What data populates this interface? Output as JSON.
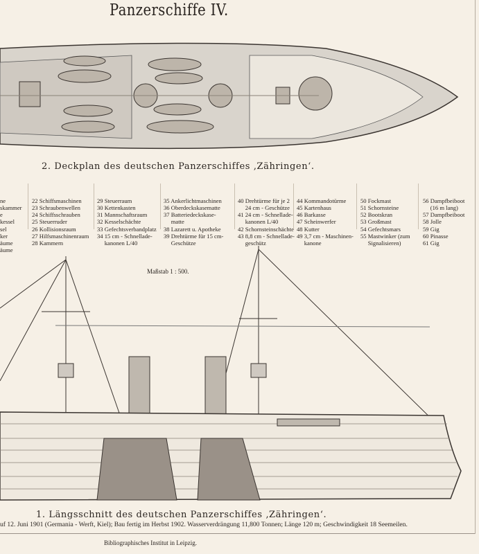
{
  "title": "Panzerschiffe IV.",
  "deck_plan": {
    "caption": "2. Deckplan des deutschen Panzerschiffes ‚Zähringen‘."
  },
  "legend": [
    [
      "ne",
      "skammer",
      "e",
      "kessel",
      "sel",
      "ker",
      "äume",
      "äume"
    ],
    [
      "22 Schiffsmaschinen",
      "23 Schraubenwellen",
      "24 Schiffsschrauben",
      "25 Steuerruder",
      "26 Kollisionsraum",
      "27 Hilfsmaschinenraum",
      "28 Kammern"
    ],
    [
      "29 Steuerraum",
      "30 Kettenkasten",
      "31 Mannschaftsraum",
      "32 Kesselschächte",
      "33 Gefechtsverbandplatz",
      "34 15 cm - Schnellade-",
      "     kanonen L/40"
    ],
    [
      "35 Ankerlichtmaschinen",
      "36 Oberdeckskasematte",
      "37 Batteriedeckskase-",
      "     matte",
      "38 Lazarett u. Apotheke",
      "39 Drehtürme für 15 cm-",
      "     Geschütze"
    ],
    [
      "40 Drehtürme für je 2",
      "     24 cm - Geschütze",
      "41 24 cm - Schnellade-",
      "     kanonen L/40",
      "42 Schornsteinschächte",
      "43 8,8 cm - Schnellade-",
      "     geschütz"
    ],
    [
      "44 Kommandotürme",
      "45 Kartenhaus",
      "46 Barkasse",
      "47 Scheinwerfer",
      "48 Kutter",
      "49 3,7 cm - Maschinen-",
      "     kanone"
    ],
    [
      "50 Fockmast",
      "51 Schornsteine",
      "52 Bootskran",
      "53 Großmast",
      "54 Gefechtsmars",
      "55 Mastwinker (zum",
      "     Signalisieren)"
    ],
    [
      "56 Dampfbeiboot",
      "     (16 m lang)",
      "57 Dampfbeiboot",
      "58 Jolle",
      "59 Gig",
      "60 Pinasse",
      "61 Gig"
    ]
  ],
  "side_view": {
    "scale": "Maßstab 1 : 500.",
    "caption": "1. Längsschnitt des deutschen Panzerschiffes ‚Zähringen‘.",
    "info": "uf 12. Juni 1901 (Germania - Werft, Kiel); Bau fertig im Herbst 1902.  Wasserverdrängung 11,800 Tonnen; Länge 120 m; Geschwindigkeit 18 Seemeilen."
  },
  "publisher": "Bibliographisches Institut in Leipzig."
}
